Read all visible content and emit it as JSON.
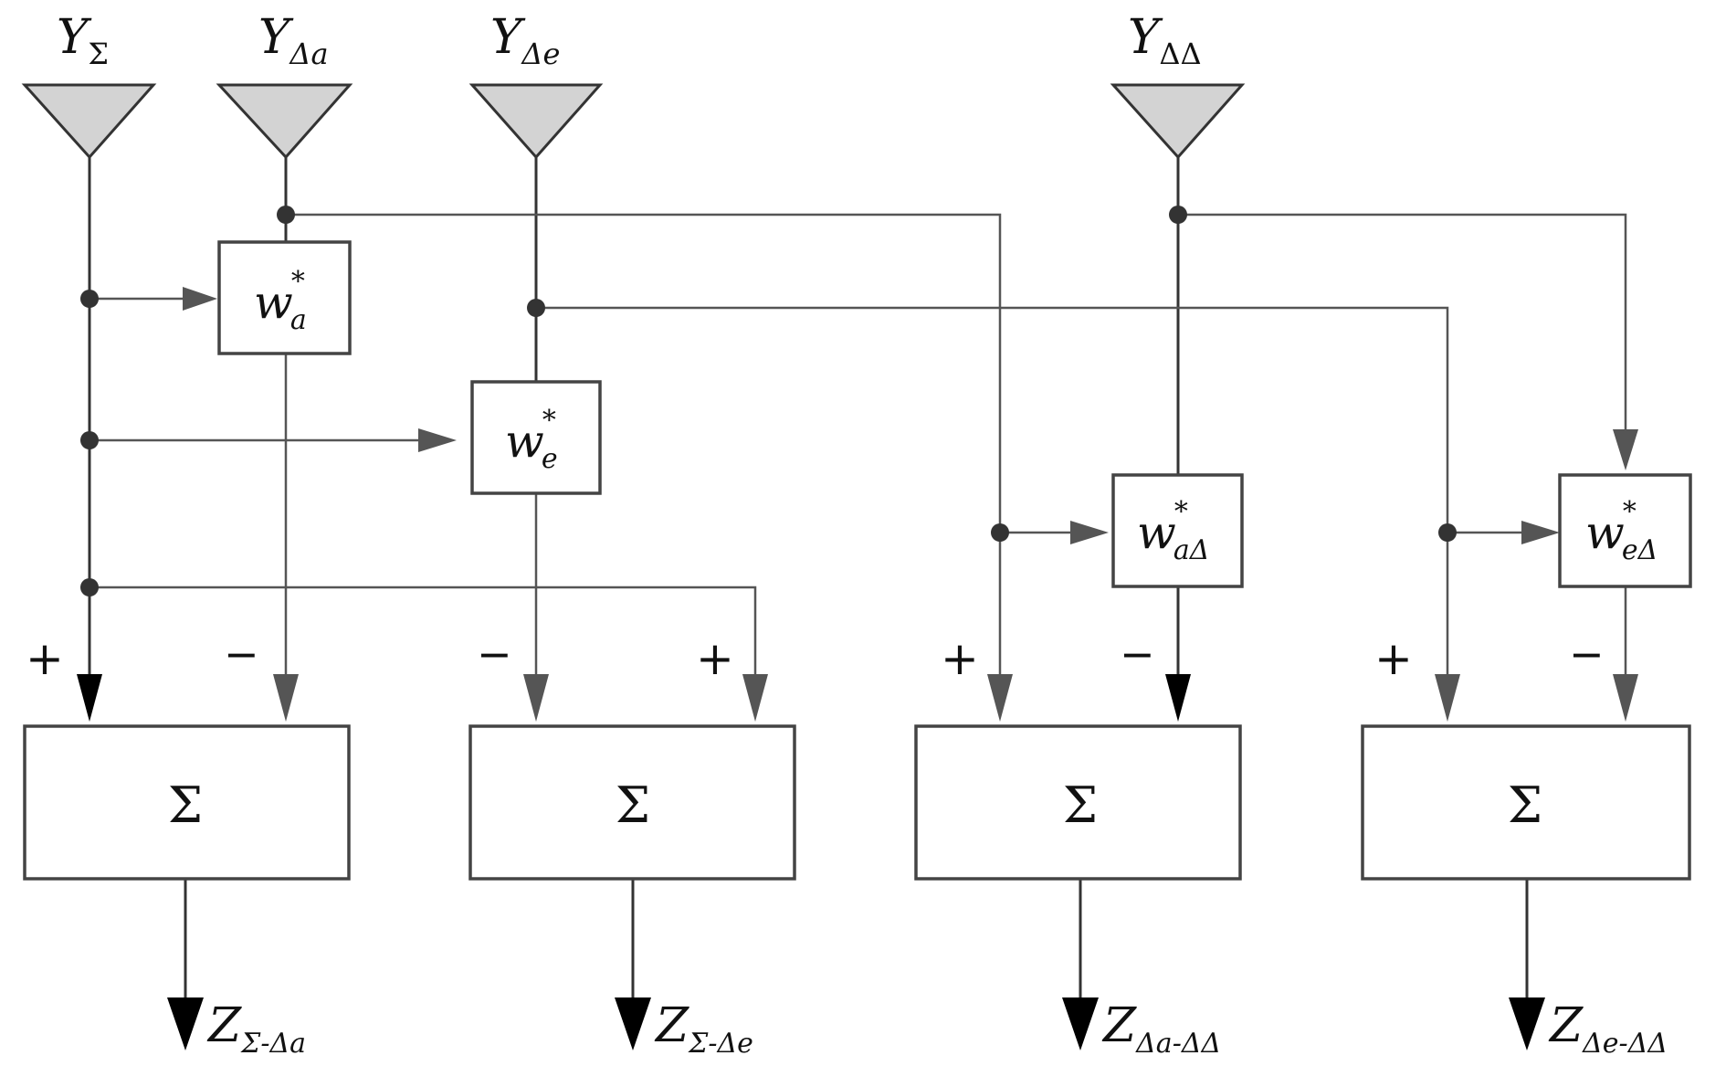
{
  "inputs": {
    "y_sigma": {
      "main": "Y",
      "sub": "Σ"
    },
    "y_delta_a": {
      "main": "Y",
      "sub": "Δa"
    },
    "y_delta_e": {
      "main": "Y",
      "sub": "Δe"
    },
    "y_delta_delta": {
      "main": "Y",
      "sub": "ΔΔ"
    }
  },
  "weights": {
    "w_a": {
      "main": "w",
      "sup": "*",
      "sub": "a"
    },
    "w_e": {
      "main": "w",
      "sup": "*",
      "sub": "e"
    },
    "w_a_delta": {
      "main": "w",
      "sup": "*",
      "sub": "aΔ"
    },
    "w_e_delta": {
      "main": "w",
      "sup": "*",
      "sub": "eΔ"
    }
  },
  "summer_symbol": "Σ",
  "signs": {
    "plus": "+",
    "minus": "−"
  },
  "outputs": {
    "z1": {
      "main": "Z",
      "sub": "Σ-Δa"
    },
    "z2": {
      "main": "Z",
      "sub": "Σ-Δe"
    },
    "z3": {
      "main": "Z",
      "sub": "Δa-ΔΔ"
    },
    "z4": {
      "main": "Z",
      "sub": "Δe-ΔΔ"
    }
  }
}
